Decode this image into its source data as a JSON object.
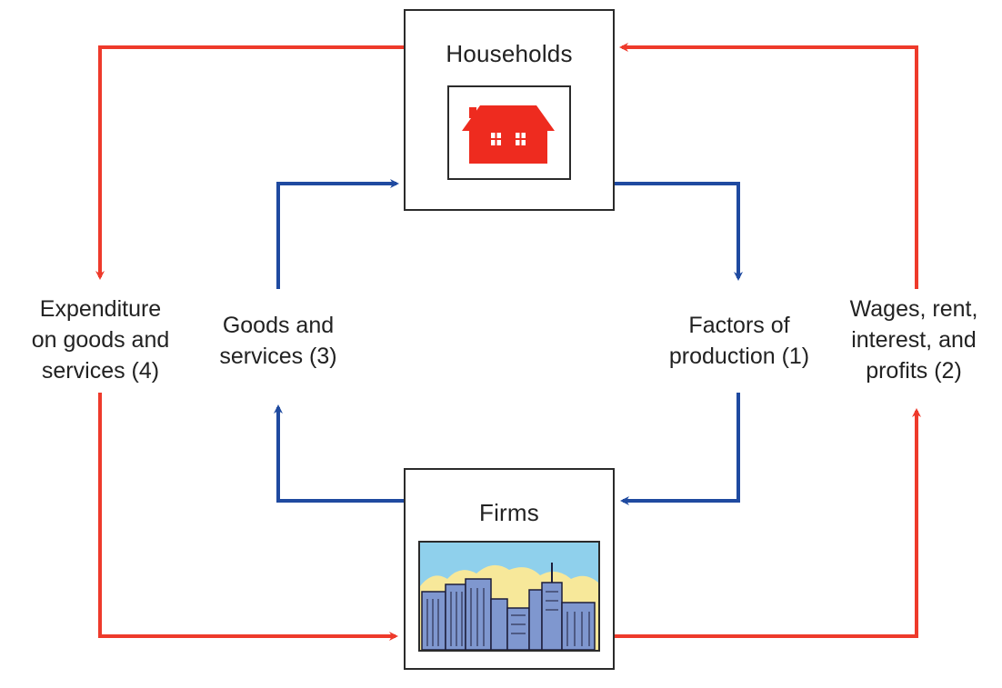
{
  "nodes": {
    "households": {
      "title": "Households",
      "icon": "house-icon"
    },
    "firms": {
      "title": "Firms",
      "icon": "city-skyline-icon"
    }
  },
  "flows": {
    "factors": {
      "lines": [
        "Factors of",
        "production (1)"
      ],
      "color": "#1f4aa0"
    },
    "wages": {
      "lines": [
        "Wages, rent,",
        "interest, and",
        "profits (2)"
      ],
      "color": "#ee3a2b"
    },
    "goods": {
      "lines": [
        "Goods and",
        "services (3)"
      ],
      "color": "#1f4aa0"
    },
    "expenditure": {
      "lines": [
        "Expenditure",
        "on goods and",
        "services (4)"
      ],
      "color": "#ee3a2b"
    }
  },
  "colors": {
    "real_flow": "#1f4aa0",
    "money_flow": "#ee3a2b",
    "house": "#ee2b1f",
    "sky": "#8fd0ec",
    "cloud": "#f7e89a",
    "buildings": "#7f97cf"
  }
}
